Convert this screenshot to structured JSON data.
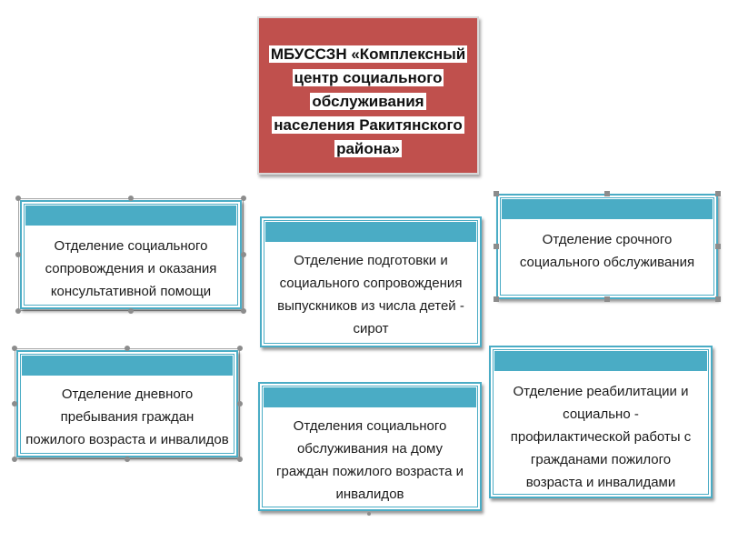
{
  "org": {
    "title_lines": [
      "МБУССЗН «Комплексный",
      "центр социального",
      "обслуживания",
      "населения Ракитянского",
      "района»"
    ]
  },
  "departments": [
    {
      "lines": [
        "Отделение социального",
        "сопровождения и оказания",
        "консультативной помощи"
      ]
    },
    {
      "lines": [
        "Отделение подготовки и",
        "социального сопровождения",
        "выпускников из числа детей -",
        "сирот"
      ]
    },
    {
      "lines": [
        "Отделение срочного",
        "социального обслуживания"
      ]
    },
    {
      "lines": [
        "Отделение дневного",
        "пребывания граждан",
        "пожилого возраста и инвалидов"
      ]
    },
    {
      "lines": [
        "Отделения социального",
        "обслуживания на дому",
        "граждан пожилого возраста и",
        "инвалидов"
      ]
    },
    {
      "lines": [
        "Отделение реабилитации и",
        "социально -",
        "профилактической работы с",
        "гражданами пожилого",
        "возраста и инвалидами"
      ]
    }
  ],
  "colors": {
    "title_fill": "#c0504d",
    "box_accent": "#4aacc5"
  }
}
